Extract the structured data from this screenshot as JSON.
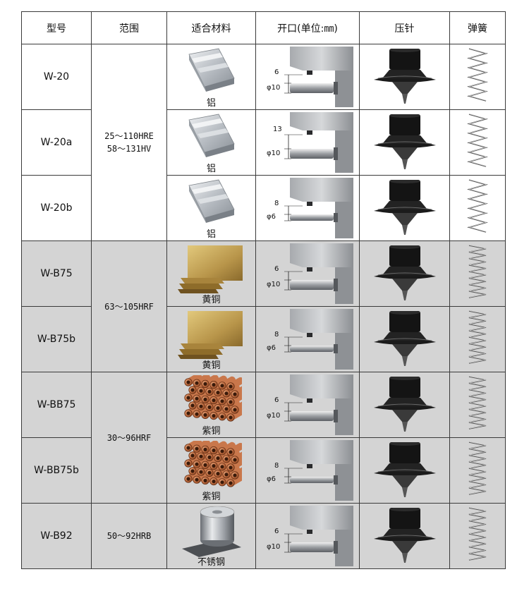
{
  "headers": {
    "model": "型号",
    "range": "范围",
    "material": "适合材料",
    "opening": "开口(单位:㎜)",
    "indenter": "压针",
    "spring": "弹簧"
  },
  "rows": [
    {
      "model": "W-20",
      "material": "铝",
      "material_icon": "aluminum-profile-icon",
      "gap": "6",
      "dia": "φ10"
    },
    {
      "model": "W-20a",
      "material": "铝",
      "material_icon": "aluminum-profile-icon",
      "gap": "13",
      "dia": "φ10"
    },
    {
      "model": "W-20b",
      "material": "铝",
      "material_icon": "aluminum-profile-icon",
      "gap": "8",
      "dia": "φ6"
    },
    {
      "model": "W-B75",
      "material": "黄铜",
      "material_icon": "brass-sheet-icon",
      "gap": "6",
      "dia": "φ10"
    },
    {
      "model": "W-B75b",
      "material": "黄铜",
      "material_icon": "brass-sheet-icon",
      "gap": "8",
      "dia": "φ6"
    },
    {
      "model": "W-BB75",
      "material": "紫铜",
      "material_icon": "copper-tubes-icon",
      "gap": "6",
      "dia": "φ10"
    },
    {
      "model": "W-BB75b",
      "material": "紫铜",
      "material_icon": "copper-tubes-icon",
      "gap": "8",
      "dia": "φ6"
    },
    {
      "model": "W-B92",
      "material": "不锈钢",
      "material_icon": "steel-coil-icon",
      "gap": "6",
      "dia": "φ10"
    }
  ],
  "ranges": [
    {
      "line1": "25～110HRE",
      "line2": "58～131HV"
    },
    {
      "line1": "63～105HRF"
    },
    {
      "line1": "30～96HRF"
    },
    {
      "line1": "50～92HRB"
    }
  ],
  "colors": {
    "border": "#3a3a3a",
    "gray_rows": "#d4d4d4",
    "aluminum": "#c9cdd2",
    "brass": "#c9a85a",
    "copper": "#b86a3e",
    "steel": "#b8bcc2"
  }
}
